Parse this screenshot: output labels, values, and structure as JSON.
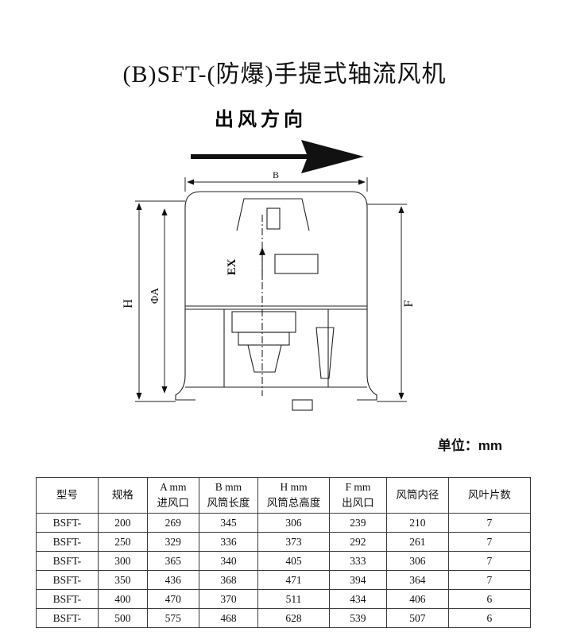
{
  "page": {
    "title": "(B)SFT-(防爆)手提式轴流风机",
    "unit_note": "单位：mm"
  },
  "diagram": {
    "flow_label": "出风方向",
    "dim_b": "B",
    "dim_h": "H",
    "dim_phi_a": "ΦA",
    "dim_f": "F",
    "ex_mark": "EX"
  },
  "table": {
    "headers": [
      "型号",
      "规格",
      "A mm\n进风口",
      "B mm\n风筒长度",
      "H mm\n风筒总高度",
      "F mm\n出风口",
      "风筒内径",
      "风叶片数"
    ],
    "rows": [
      [
        "BSFT-",
        "200",
        "269",
        "345",
        "306",
        "239",
        "210",
        "7"
      ],
      [
        "BSFT-",
        "250",
        "329",
        "336",
        "373",
        "292",
        "261",
        "7"
      ],
      [
        "BSFT-",
        "300",
        "365",
        "340",
        "405",
        "333",
        "306",
        "7"
      ],
      [
        "BSFT-",
        "350",
        "436",
        "368",
        "471",
        "394",
        "364",
        "7"
      ],
      [
        "BSFT-",
        "400",
        "470",
        "370",
        "511",
        "434",
        "406",
        "6"
      ],
      [
        "BSFT-",
        "500",
        "575",
        "468",
        "628",
        "539",
        "507",
        "6"
      ]
    ]
  }
}
